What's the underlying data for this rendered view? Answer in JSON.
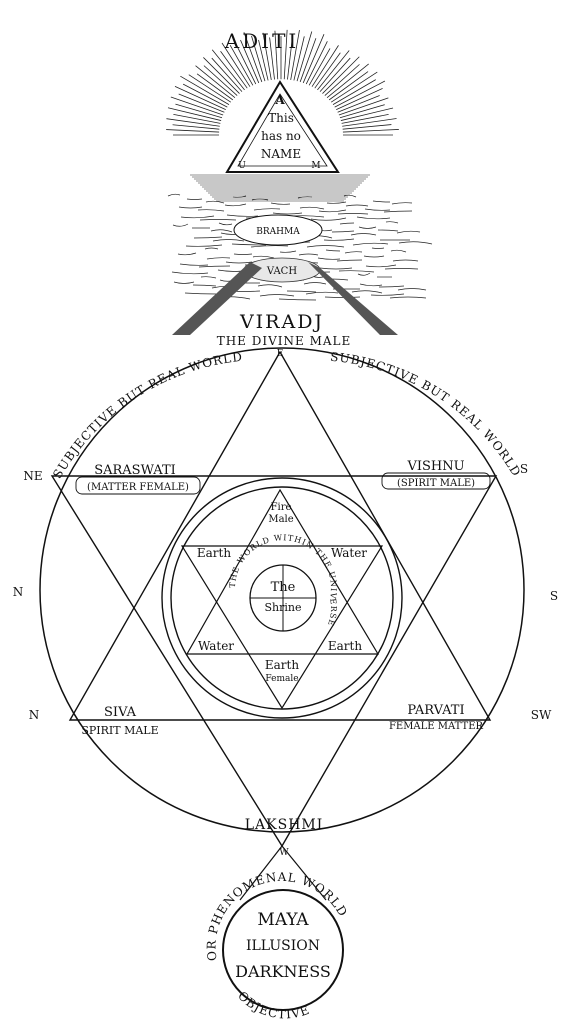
{
  "top": {
    "aditi": "ADITI",
    "triangle": [
      "A",
      "This",
      "has no",
      "NAME"
    ],
    "u": "U",
    "m": "M",
    "brahma": "BRAHMA",
    "vach": "VACH",
    "viradj": "VIRADJ"
  },
  "outer": {
    "divine_male": "THE DIVINE MALE",
    "e": "E",
    "arc_left": "SUBJECTIVE BUT REAL WORLD",
    "arc_right": "SUBJECTIVE BUT REAL WORLD",
    "saraswati": "SARASWATI",
    "saraswati_sub": "(MATTER FEMALE)",
    "vishnu": "VISHNU",
    "vishnu_sub": "(SPIRIT MALE)",
    "siva": "SIVA",
    "siva_sub": "SPIRIT MALE",
    "parvati": "PARVATI",
    "parvati_sub": "FEMALE MATTER",
    "lakshmi": "LAKSHMI",
    "w": "W"
  },
  "compass": {
    "ne": "NE",
    "s_top": "S",
    "n_mid": "N",
    "s_mid": "S",
    "n_low": "N",
    "sw": "SW"
  },
  "inner": {
    "fire": "Fire",
    "male": "Male",
    "earth_tl": "Earth",
    "water_tr": "Water",
    "water_bl": "Water",
    "earth_br": "Earth",
    "earth_b": "Earth",
    "female": "Female",
    "the": "The",
    "shrine": "Shrine",
    "ring": "THE WORLD WITHIN THE UNIVERSE"
  },
  "bottom": {
    "maya": "MAYA",
    "illusion": "ILLUSION",
    "darkness": "DARKNESS",
    "arc": "OR PHENOMENAL WORLD",
    "objective": "OBJECTIVE"
  }
}
